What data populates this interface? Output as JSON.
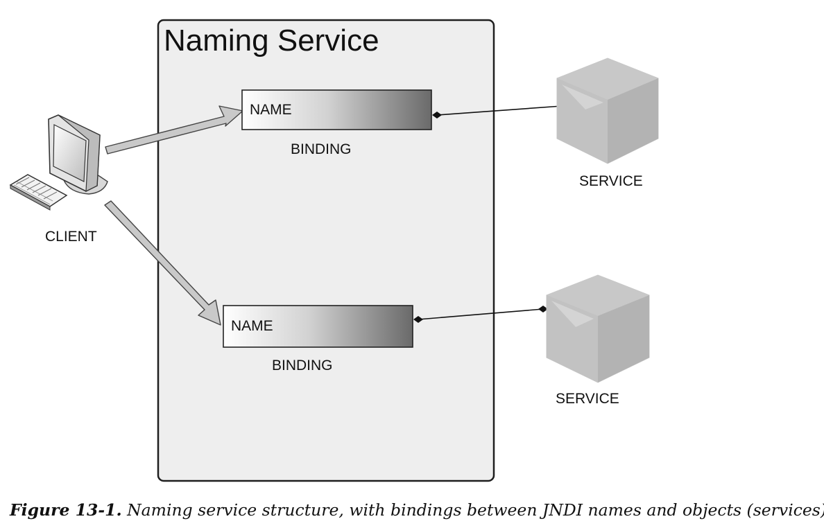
{
  "diagram": {
    "title": "Naming Service",
    "client_label": "CLIENT",
    "bindings": [
      {
        "name_label": "NAME",
        "binding_label": "BINDING"
      },
      {
        "name_label": "NAME",
        "binding_label": "BINDING"
      }
    ],
    "services": [
      {
        "label": "SERVICE"
      },
      {
        "label": "SERVICE"
      }
    ],
    "colors": {
      "panel_fill": "#eeeeee",
      "panel_border": "#1e1e1e",
      "arrow_fill": "#c9c9c9",
      "cube_face": "#bdbdbd",
      "connector": "#111111"
    }
  },
  "caption": {
    "prefix": "Figure 13-1.",
    "text": " Naming service structure, with bindings between JNDI names and objects (services)"
  }
}
